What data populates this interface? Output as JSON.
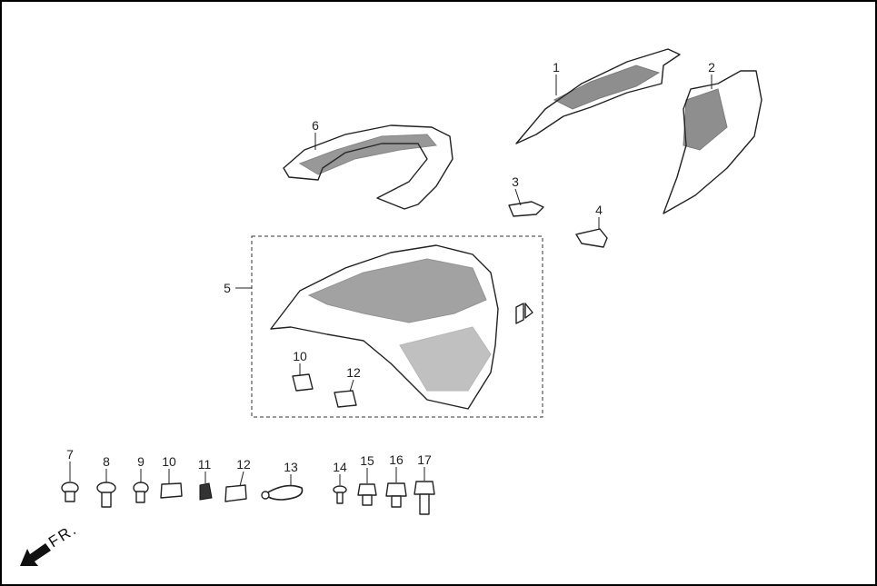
{
  "diagram": {
    "callouts": {
      "c1": "1",
      "c2": "2",
      "c3": "3",
      "c4": "4",
      "c5": "5",
      "c6": "6",
      "c10_box": "10",
      "c12_box": "12",
      "c7": "7",
      "c8": "8",
      "c9": "9",
      "c10": "10",
      "c11": "11",
      "c12": "12",
      "c13": "13",
      "c14": "14",
      "c15": "15",
      "c16": "16",
      "c17": "17"
    },
    "direction_label": "FR."
  }
}
